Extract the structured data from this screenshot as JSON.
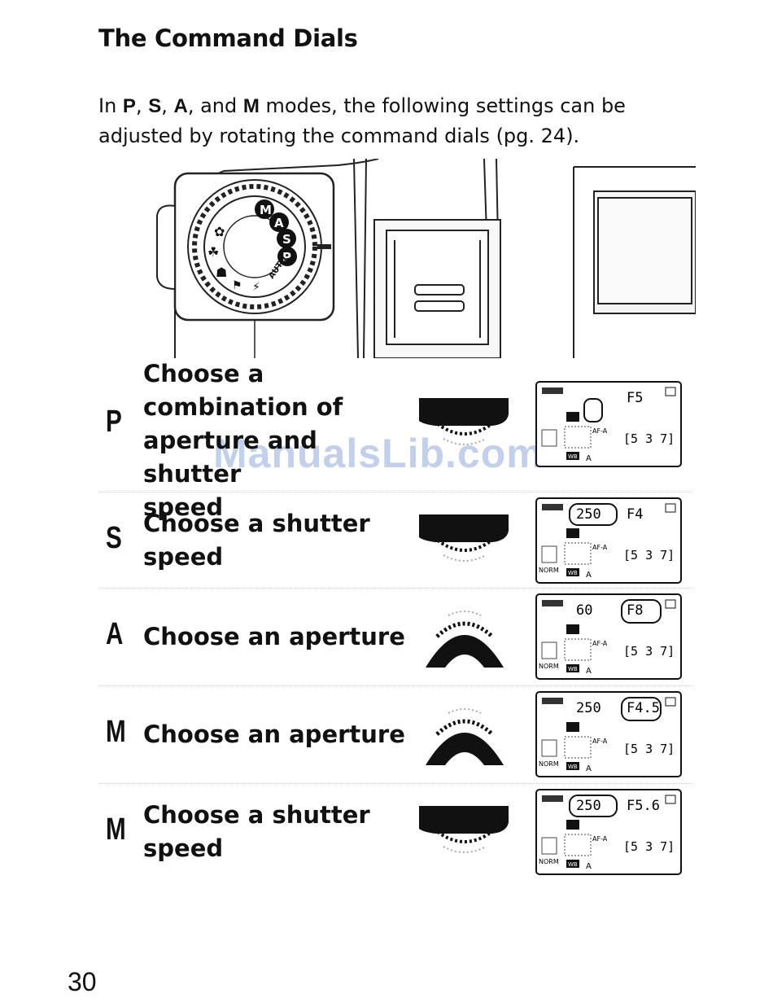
{
  "title": "The Command Dials",
  "intro": {
    "part1": "In ",
    "mode_p": "P",
    "sep1": ", ",
    "mode_s": "S",
    "sep2": ", ",
    "mode_a": "A",
    "sep3": ", and ",
    "mode_m": "M",
    "part2": " modes, the following settings can be adjusted by rotating the command dials (pg. 24)."
  },
  "camera": {
    "dial_labels": [
      "AUTO",
      "P",
      "S",
      "A",
      "M"
    ]
  },
  "rows": [
    {
      "mode": "P",
      "lines": [
        "Choose a",
        "combination of",
        "aperture and shutter",
        "speed"
      ],
      "dial": "main",
      "lcd": {
        "shutter": "",
        "aperture": "F5",
        "highlight": "aperture-icon",
        "count": "[5 3 7]",
        "quality": "",
        "af": "AF-A",
        "wb": "WB",
        "wb_val": "A"
      }
    },
    {
      "mode": "S",
      "lines": [
        "Choose a shutter",
        "speed"
      ],
      "dial": "main",
      "lcd": {
        "shutter": "250",
        "aperture": "F4",
        "highlight": "shutter",
        "count": "[5 3 7]",
        "quality": "NORM",
        "af": "AF-A",
        "wb": "WB",
        "wb_val": "A"
      }
    },
    {
      "mode": "A",
      "lines": [
        "Choose an aperture"
      ],
      "dial": "sub",
      "lcd": {
        "shutter": "60",
        "aperture": "F8",
        "highlight": "aperture",
        "count": "[5 3 7]",
        "quality": "NORM",
        "af": "AF-A",
        "wb": "WB",
        "wb_val": "A"
      }
    },
    {
      "mode": "M",
      "lines": [
        "Choose an aperture"
      ],
      "dial": "sub",
      "lcd": {
        "shutter": "250",
        "aperture": "F4.5",
        "highlight": "aperture",
        "count": "[5 3 7]",
        "quality": "NORM",
        "af": "AF-A",
        "wb": "WB",
        "wb_val": "A"
      }
    },
    {
      "mode": "M",
      "lines": [
        "Choose a shutter",
        "speed"
      ],
      "dial": "main",
      "lcd": {
        "shutter": "250",
        "aperture": "F5.6",
        "highlight": "shutter",
        "count": "[5 3 7]",
        "quality": "NORM",
        "af": "AF-A",
        "wb": "WB",
        "wb_val": "A"
      }
    }
  ],
  "watermark": "ManualsLib.com",
  "page_number": "30"
}
